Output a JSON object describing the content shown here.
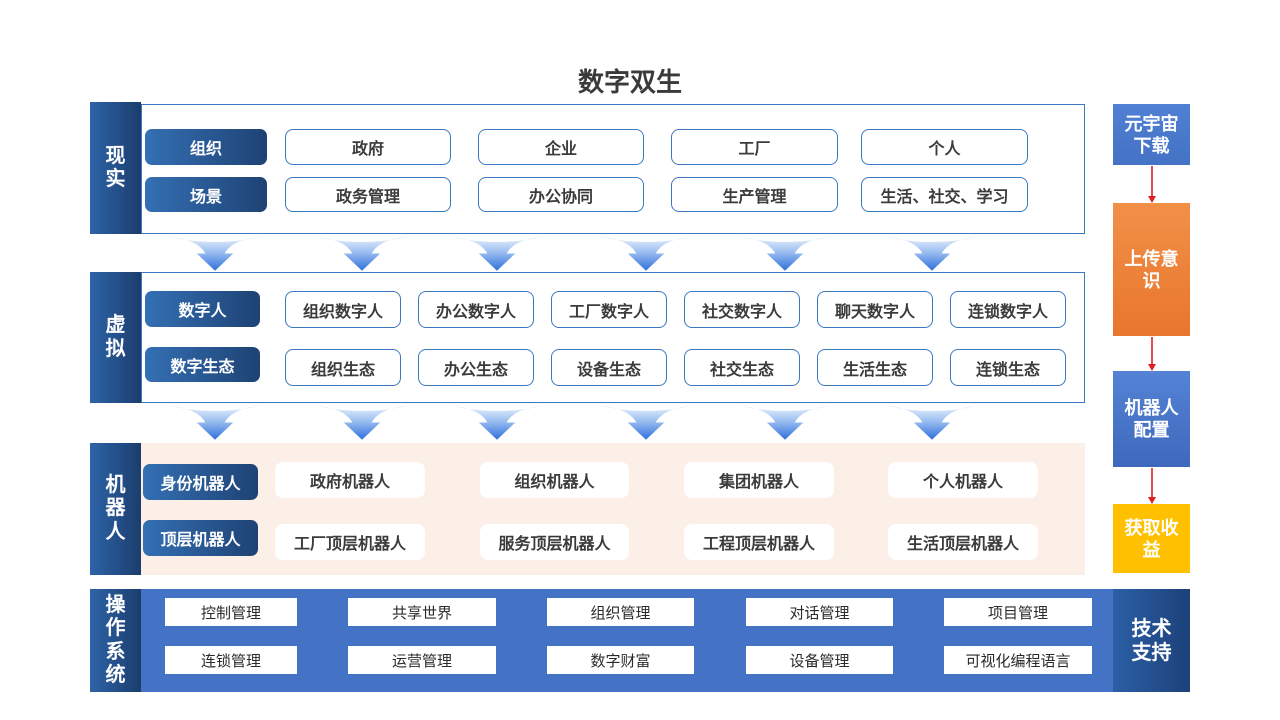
{
  "title": "数字双生",
  "colors": {
    "dark_blue": "#1f4e8c",
    "blue": "#4472c4",
    "border_blue": "#3a78c2",
    "orange": "#ed7d31",
    "yellow": "#ffc000",
    "peach": "#fbefe7",
    "red_arrow": "#e02020"
  },
  "icons": {
    "layer_arrow": "down-arrow-icon",
    "flow_arrow": "red-down-arrow-icon"
  },
  "reality": {
    "label": "现实",
    "rows": [
      {
        "tag": "组织",
        "items": [
          "政府",
          "企业",
          "工厂",
          "个人"
        ]
      },
      {
        "tag": "场景",
        "items": [
          "政务管理",
          "办公协同",
          "生产管理",
          "生活、社交、学习"
        ]
      }
    ]
  },
  "virtual": {
    "label": "虚拟",
    "rows": [
      {
        "tag": "数字人",
        "items": [
          "组织数字人",
          "办公数字人",
          "工厂数字人",
          "社交数字人",
          "聊天数字人",
          "连锁数字人"
        ]
      },
      {
        "tag": "数字生态",
        "items": [
          "组织生态",
          "办公生态",
          "设备生态",
          "社交生态",
          "生活生态",
          "连锁生态"
        ]
      }
    ]
  },
  "robot": {
    "label": "机器人",
    "rows": [
      {
        "tag": "身份机器人",
        "items": [
          "政府机器人",
          "组织机器人",
          "集团机器人",
          "个人机器人"
        ]
      },
      {
        "tag": "顶层机器人",
        "items": [
          "工厂顶层机器人",
          "服务顶层机器人",
          "工程顶层机器人",
          "生活顶层机器人"
        ]
      }
    ]
  },
  "os": {
    "label": "操作系统",
    "rows": [
      {
        "items": [
          "控制管理",
          "共享世界",
          "组织管理",
          "对话管理",
          "项目管理"
        ]
      },
      {
        "items": [
          "连锁管理",
          "运营管理",
          "数字财富",
          "设备管理",
          "可视化编程语言"
        ]
      }
    ]
  },
  "side": {
    "download": {
      "lines": [
        "元宇宙",
        "下载"
      ]
    },
    "upload": {
      "lines": [
        "上传意",
        "识"
      ]
    },
    "robot_config": {
      "lines": [
        "机器人",
        "配置"
      ]
    },
    "revenue": {
      "lines": [
        "获取收",
        "益"
      ]
    },
    "tech_support": {
      "lines": [
        "技术",
        "支持"
      ]
    }
  }
}
